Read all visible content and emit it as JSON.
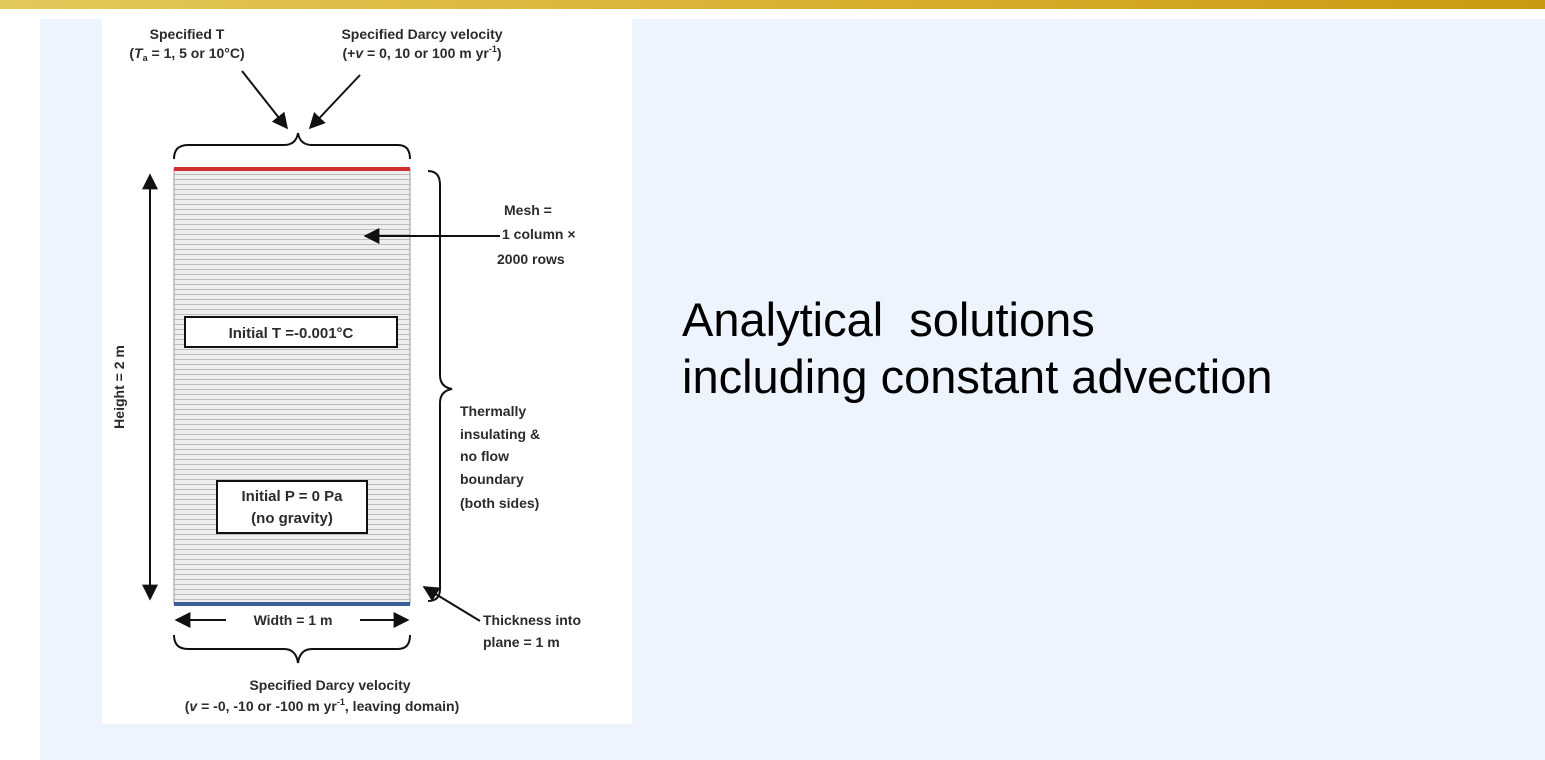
{
  "slide": {
    "headline_line1": "Analytical  solutions",
    "headline_line2": "including constant advection",
    "accent_color": "#d6ad2a",
    "panel_color": "#eef4fd"
  },
  "figure": {
    "top_left_label_line1": "Specified T",
    "top_left_label_line2_pre": "(",
    "top_left_label_line2_var": "T",
    "top_left_label_line2_sub": "a",
    "top_left_label_line2_post": " = 1, 5 or 10°C)",
    "top_right_label_line1": "Specified Darcy velocity",
    "top_right_label_line2_pre": "(+",
    "top_right_label_line2_var": "v",
    "top_right_label_line2_post": " = 0, 10 or 100 m yr",
    "top_right_label_line2_sup": "-1",
    "top_right_label_line2_end": ")",
    "mesh_line1": "Mesh =",
    "mesh_line2": "1 column ×",
    "mesh_line3": "2000 rows",
    "initial_t": "Initial T  =-0.001°C",
    "initial_p_line1": "Initial P  = 0 Pa",
    "initial_p_line2": "(no gravity)",
    "height_label": "Height = 2 m",
    "side_line1": "Thermally",
    "side_line2": "insulating &",
    "side_line3": "no flow",
    "side_line4": "boundary",
    "side_line5": "(both sides)",
    "width_label": "Width = 1 m",
    "thickness_line1": "Thickness into",
    "thickness_line2": "plane = 1 m",
    "bottom_label_line1": "Specified Darcy velocity",
    "bottom_label_line2_pre": "(",
    "bottom_label_line2_var": "v",
    "bottom_label_line2_post": " = -0, -10 or -100 m yr",
    "bottom_label_line2_sup": "-1",
    "bottom_label_line2_end": ", leaving domain)",
    "top_boundary_color": "#d03030",
    "bottom_boundary_color": "#3a5f9a"
  }
}
